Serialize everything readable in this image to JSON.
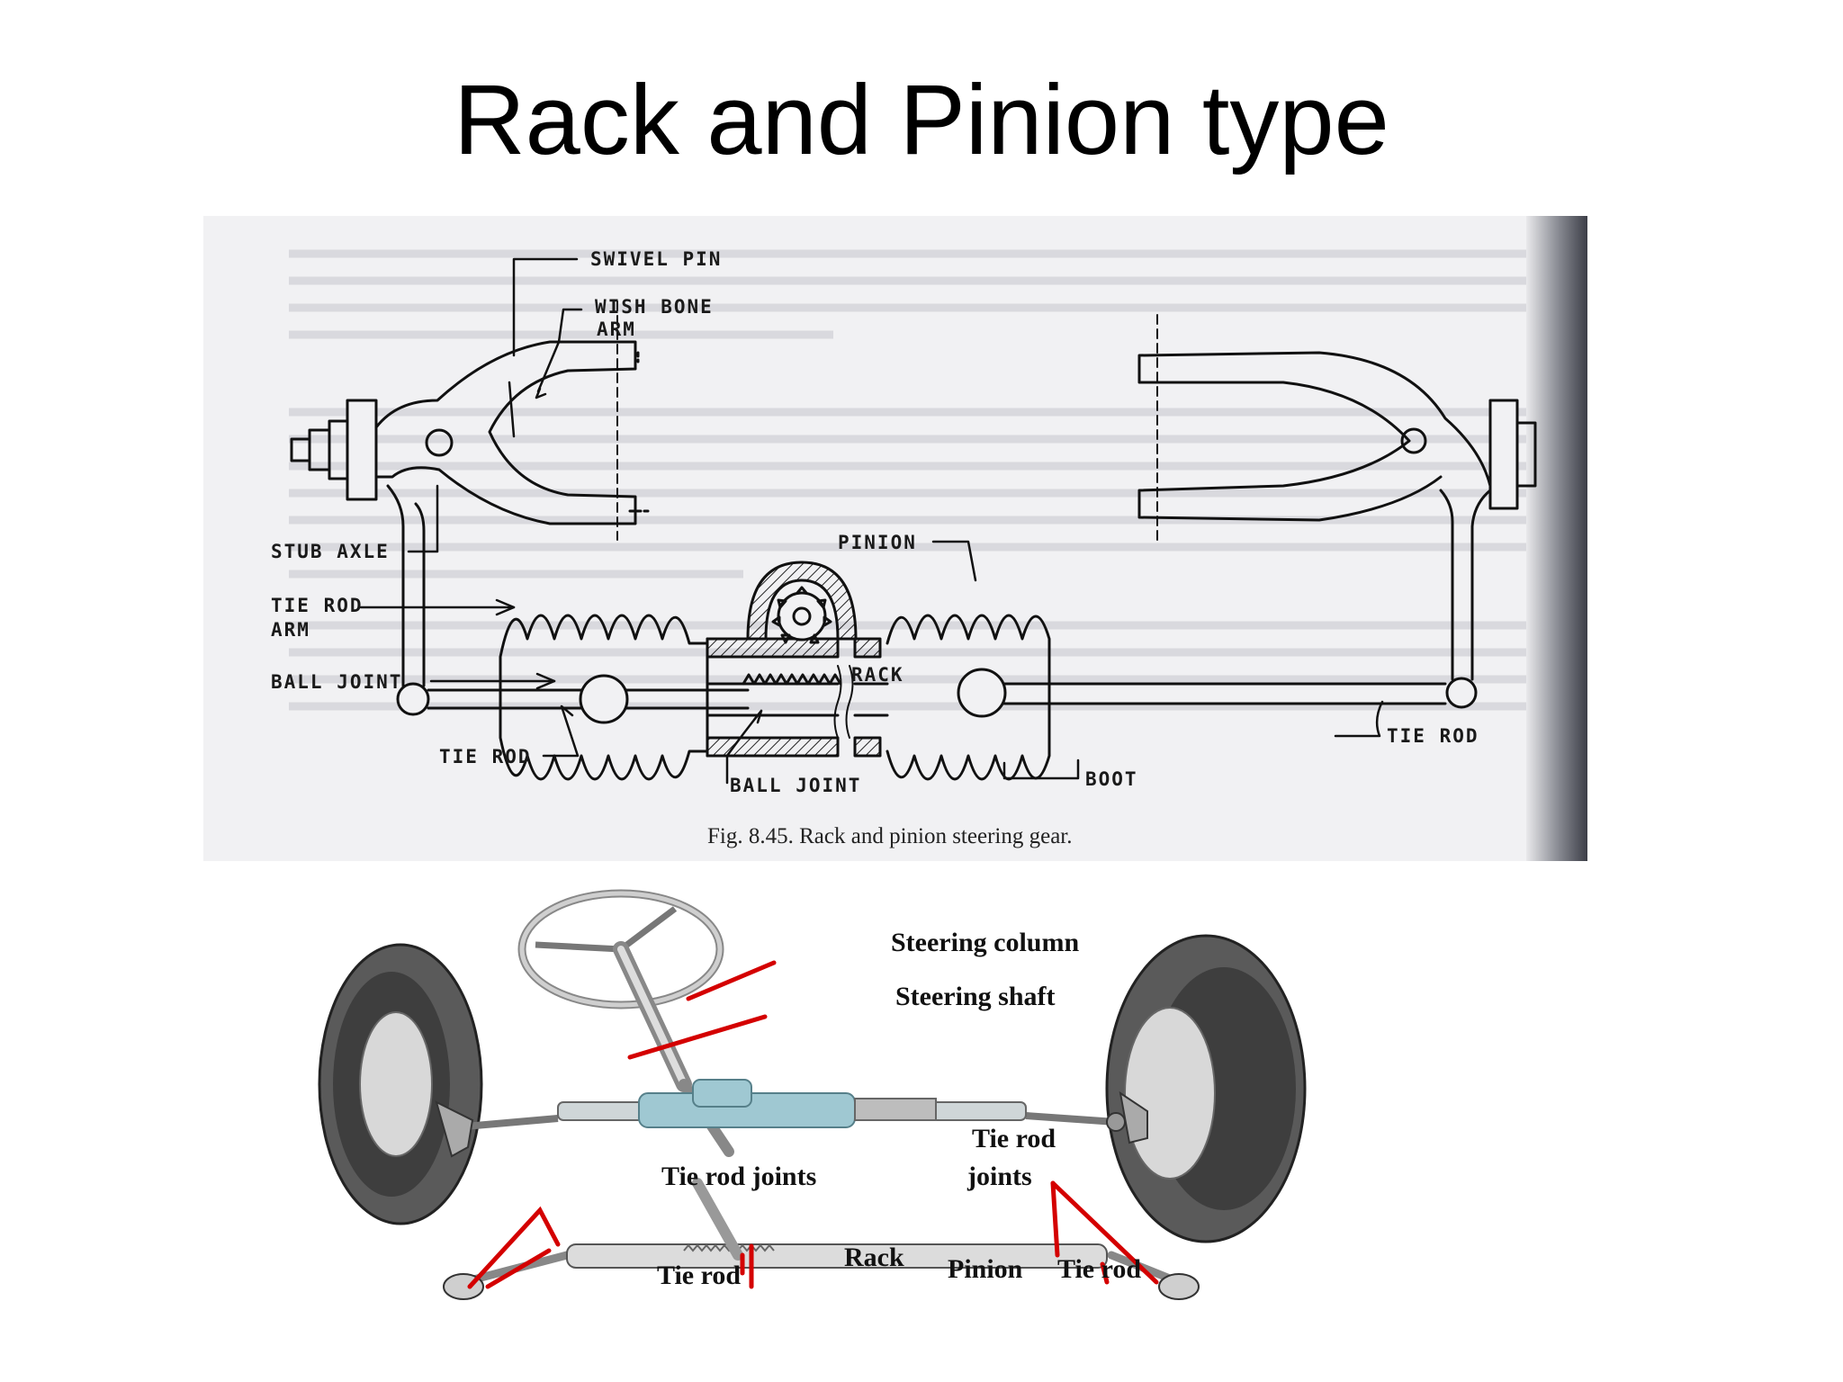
{
  "slide": {
    "title": "Rack and Pinion type"
  },
  "top_figure": {
    "labels": {
      "swivel_pin": "SWIVEL PIN",
      "wish_bone_line1": "WISH BONE",
      "wish_bone_line2": "ARM",
      "stub_axle": "STUB AXLE",
      "tie_rod_arm_line1": "TIE ROD",
      "tie_rod_arm_line2": "ARM",
      "ball_joint_left": "BALL JOINT",
      "tie_rod_left": "TIE ROD",
      "ball_joint_bottom": "BALL JOINT",
      "pinion": "PINION",
      "rack": "RACK",
      "boot": "BOOT",
      "tie_rod_right": "TIE ROD"
    },
    "caption": "Fig. 8.45. Rack and pinion steering gear."
  },
  "bottom_figure": {
    "labels": {
      "steering_column": "Steering column",
      "steering_shaft": "Steering shaft",
      "tie_rod_joints_left": "Tie rod joints",
      "tie_rod_joints_right_line1": "Tie rod",
      "tie_rod_joints_right_line2": "joints",
      "rack": "Rack",
      "pinion": "Pinion",
      "tie_rod_left": "Tie rod",
      "tie_rod_right": "Tie rod"
    },
    "colors": {
      "leader_lines": "#d40000",
      "rack_housing": "#9fc8d2",
      "tyre": "#555555"
    }
  }
}
